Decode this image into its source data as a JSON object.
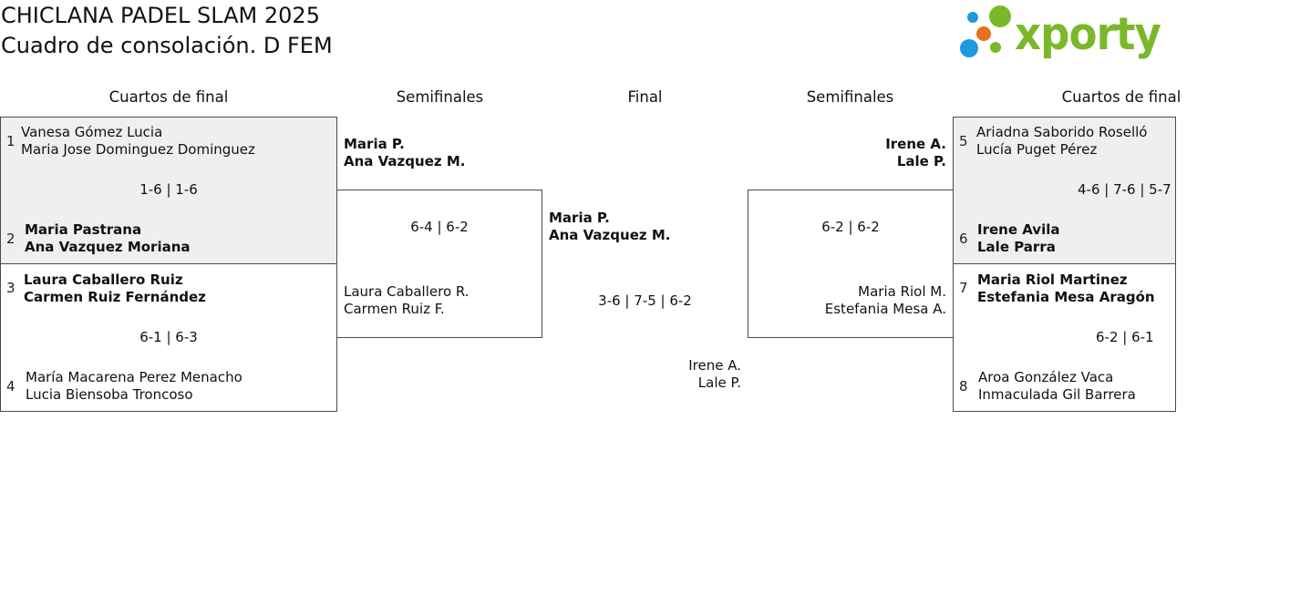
{
  "header": {
    "title": "CHICLANA PADEL SLAM 2025",
    "subtitle": "Cuadro de consolación. D FEM",
    "logo_text": "xporty"
  },
  "colors": {
    "logo_green": "#7ab82a",
    "logo_blue": "#1a9be0",
    "logo_orange": "#e8701b",
    "box_gray": "#efefef",
    "border": "#4a4a4a"
  },
  "rounds": {
    "left_quarters": "Cuartos de final",
    "left_semis": "Semifinales",
    "final": "Final",
    "right_semis": "Semifinales",
    "right_quarters": "Cuartos de final"
  },
  "left_quarters": [
    {
      "top_seed": "1",
      "top": [
        "Vanesa Gómez Lucia",
        "Maria Jose Dominguez Dominguez"
      ],
      "score": "1-6 | 1-6",
      "bottom_seed": "2",
      "bottom": [
        "Maria Pastrana",
        "Ana Vazquez Moriana"
      ]
    },
    {
      "top_seed": "3",
      "top": [
        "Laura Caballero Ruiz",
        "Carmen Ruiz Fernández"
      ],
      "score": "6-1 | 6-3",
      "bottom_seed": "4",
      "bottom": [
        "María Macarena Perez Menacho",
        "Lucia Biensoba Troncoso"
      ]
    }
  ],
  "left_semi": {
    "top": [
      "Maria P.",
      "Ana Vazquez M."
    ],
    "score": "6-4 | 6-2",
    "bottom": [
      "Laura Caballero R.",
      "Carmen Ruiz F."
    ]
  },
  "final": {
    "top": [
      "Maria P.",
      "Ana Vazquez M."
    ],
    "score": "3-6 | 7-5 | 6-2",
    "bottom": [
      "Irene A.",
      "Lale P."
    ]
  },
  "right_semi": {
    "top": [
      "Irene A.",
      "Lale P."
    ],
    "score": "6-2 | 6-2",
    "bottom": [
      "Maria Riol M.",
      "Estefania Mesa A."
    ]
  },
  "right_quarters": [
    {
      "top_seed": "5",
      "top": [
        "Ariadna Saborido Roselló",
        "Lucía Puget Pérez"
      ],
      "score": "4-6 | 7-6 | 5-7",
      "bottom_seed": "6",
      "bottom": [
        "Irene Avila",
        "Lale Parra"
      ]
    },
    {
      "top_seed": "7",
      "top": [
        "Maria Riol Martinez",
        "Estefania Mesa Aragón"
      ],
      "score": "6-2 | 6-1",
      "bottom_seed": "8",
      "bottom": [
        "Aroa González Vaca",
        "Inmaculada Gil Barrera"
      ]
    }
  ]
}
